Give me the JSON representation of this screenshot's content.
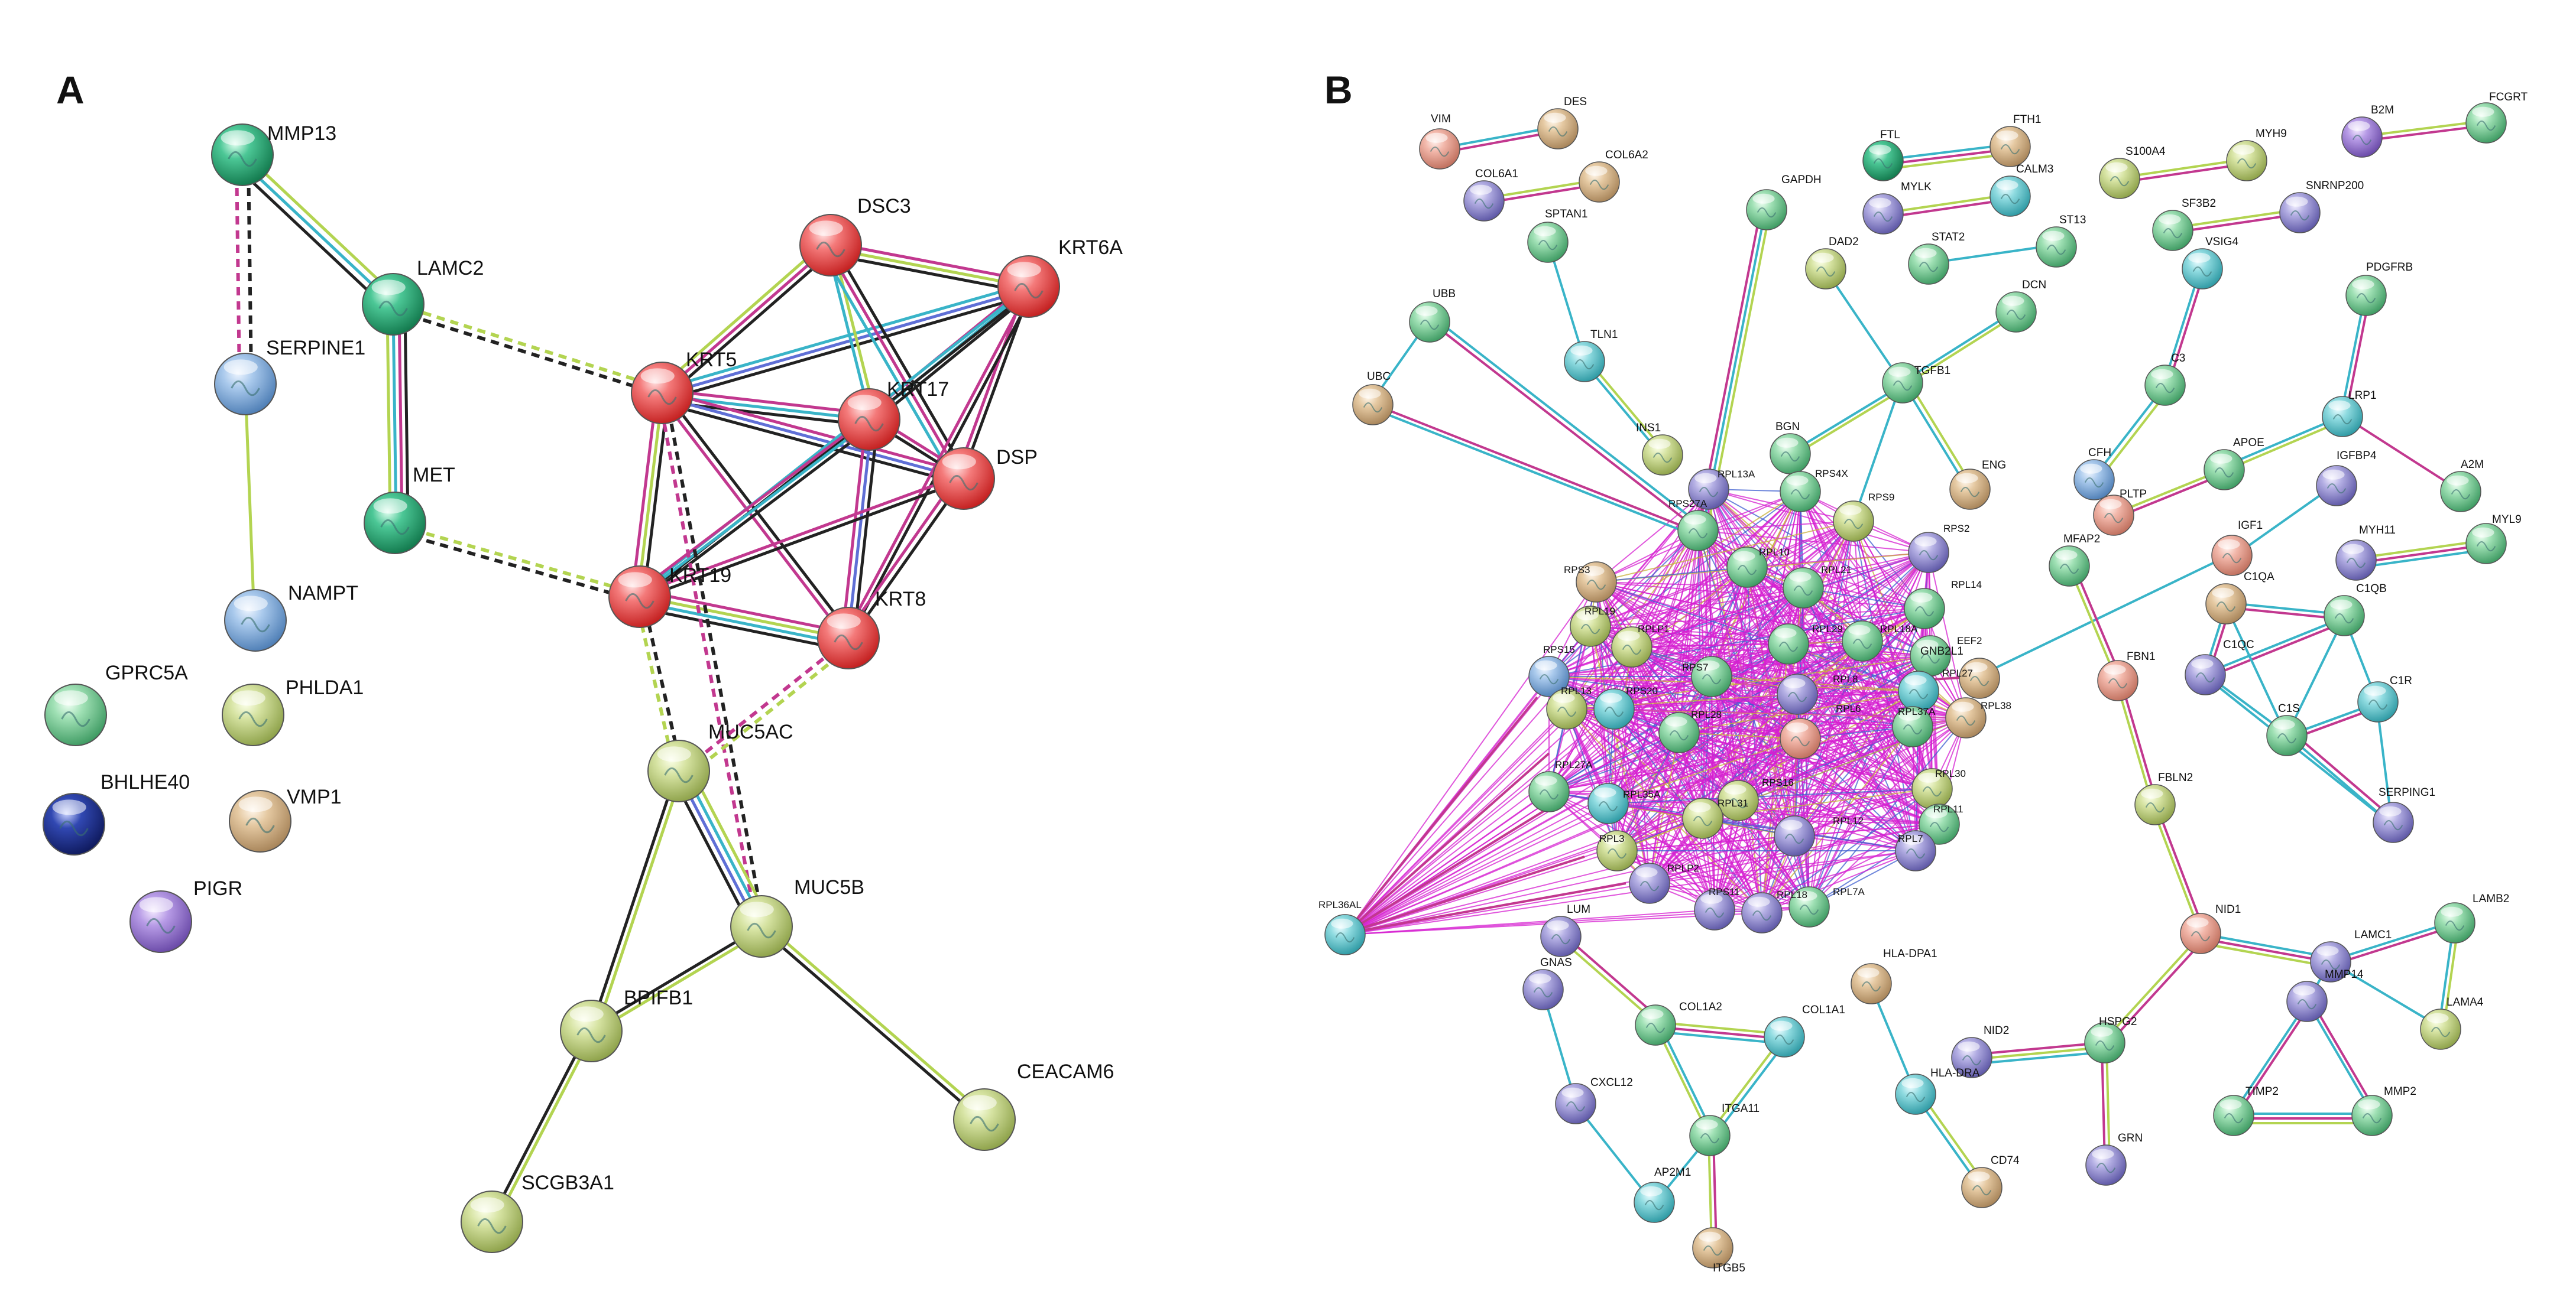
{
  "panels": [
    {
      "letter": "A",
      "labels": [
        "MMP13",
        "LAMC2",
        "SERPINE1",
        "MET",
        "NAMPT",
        "GPRC5A",
        "PHLDA1",
        "BHLHE40",
        "VMP1",
        "PIGR",
        "DSC3",
        "KRT6A",
        "KRT5",
        "KRT17",
        "DSP",
        "KRT19",
        "KRT8",
        "MUC5AC",
        "MUC5B",
        "BPIFB1",
        "CEACAM6",
        "SCGB3A1"
      ]
    },
    {
      "letter": "B",
      "labels": [
        "VIM",
        "DES",
        "COL6A1",
        "COL6A2",
        "FTL",
        "FTH1",
        "MYLK",
        "CALM3",
        "S100A4",
        "MYH9",
        "B2M",
        "FCGRT",
        "SF3B2",
        "SNRNP200",
        "GAPDH",
        "SPTAN1",
        "DAD2",
        "STAT2",
        "ST13",
        "VSIG4",
        "UBB",
        "TLN1",
        "DCN",
        "TGFB1",
        "UBC",
        "C3",
        "PDGFRB",
        "LRP1",
        "INS1",
        "BGN",
        "ENG",
        "CFH",
        "APOE",
        "IGFBP4",
        "A2M",
        "RPL13A",
        "RPS4X",
        "RPS27A",
        "RPS9",
        "RPS2",
        "PLTP",
        "MFAP2",
        "IGF1",
        "MYH11",
        "MYL9",
        "RPL10",
        "RPS3",
        "RPL21",
        "RPL14",
        "C1QA",
        "C1QB",
        "RPL19",
        "RPLP1",
        "RPL29",
        "RPL18A",
        "EEF2",
        "C1QC",
        "RPS15",
        "RPS7",
        "RPL8",
        "RPL27",
        "GNB2L1",
        "FBN1",
        "C1R",
        "C1S",
        "RPL13",
        "RPS20",
        "RPL28",
        "RPL6",
        "RPL37A",
        "RPL38",
        "RPL27A",
        "RPS16",
        "RPL30",
        "SERPING1",
        "RPL35A",
        "RPL31",
        "RPL12",
        "RPL11",
        "FBLN2",
        "RPL3",
        "RPLP2",
        "RPS11",
        "RPL18",
        "RPL7A",
        "RPL7",
        "RPL36AL",
        "LUM",
        "GNAS",
        "COL1A2",
        "COL1A1",
        "HLA-DPA1",
        "NID1",
        "LAMC1",
        "LAMB2",
        "MMP14",
        "CXCL12",
        "ITGA11",
        "NID2",
        "HLA-DRA",
        "HSPG2",
        "LAMA4",
        "TIMP2",
        "MMP2",
        "AP2M1",
        "CD74",
        "GRN",
        "ITGB5"
      ]
    }
  ]
}
